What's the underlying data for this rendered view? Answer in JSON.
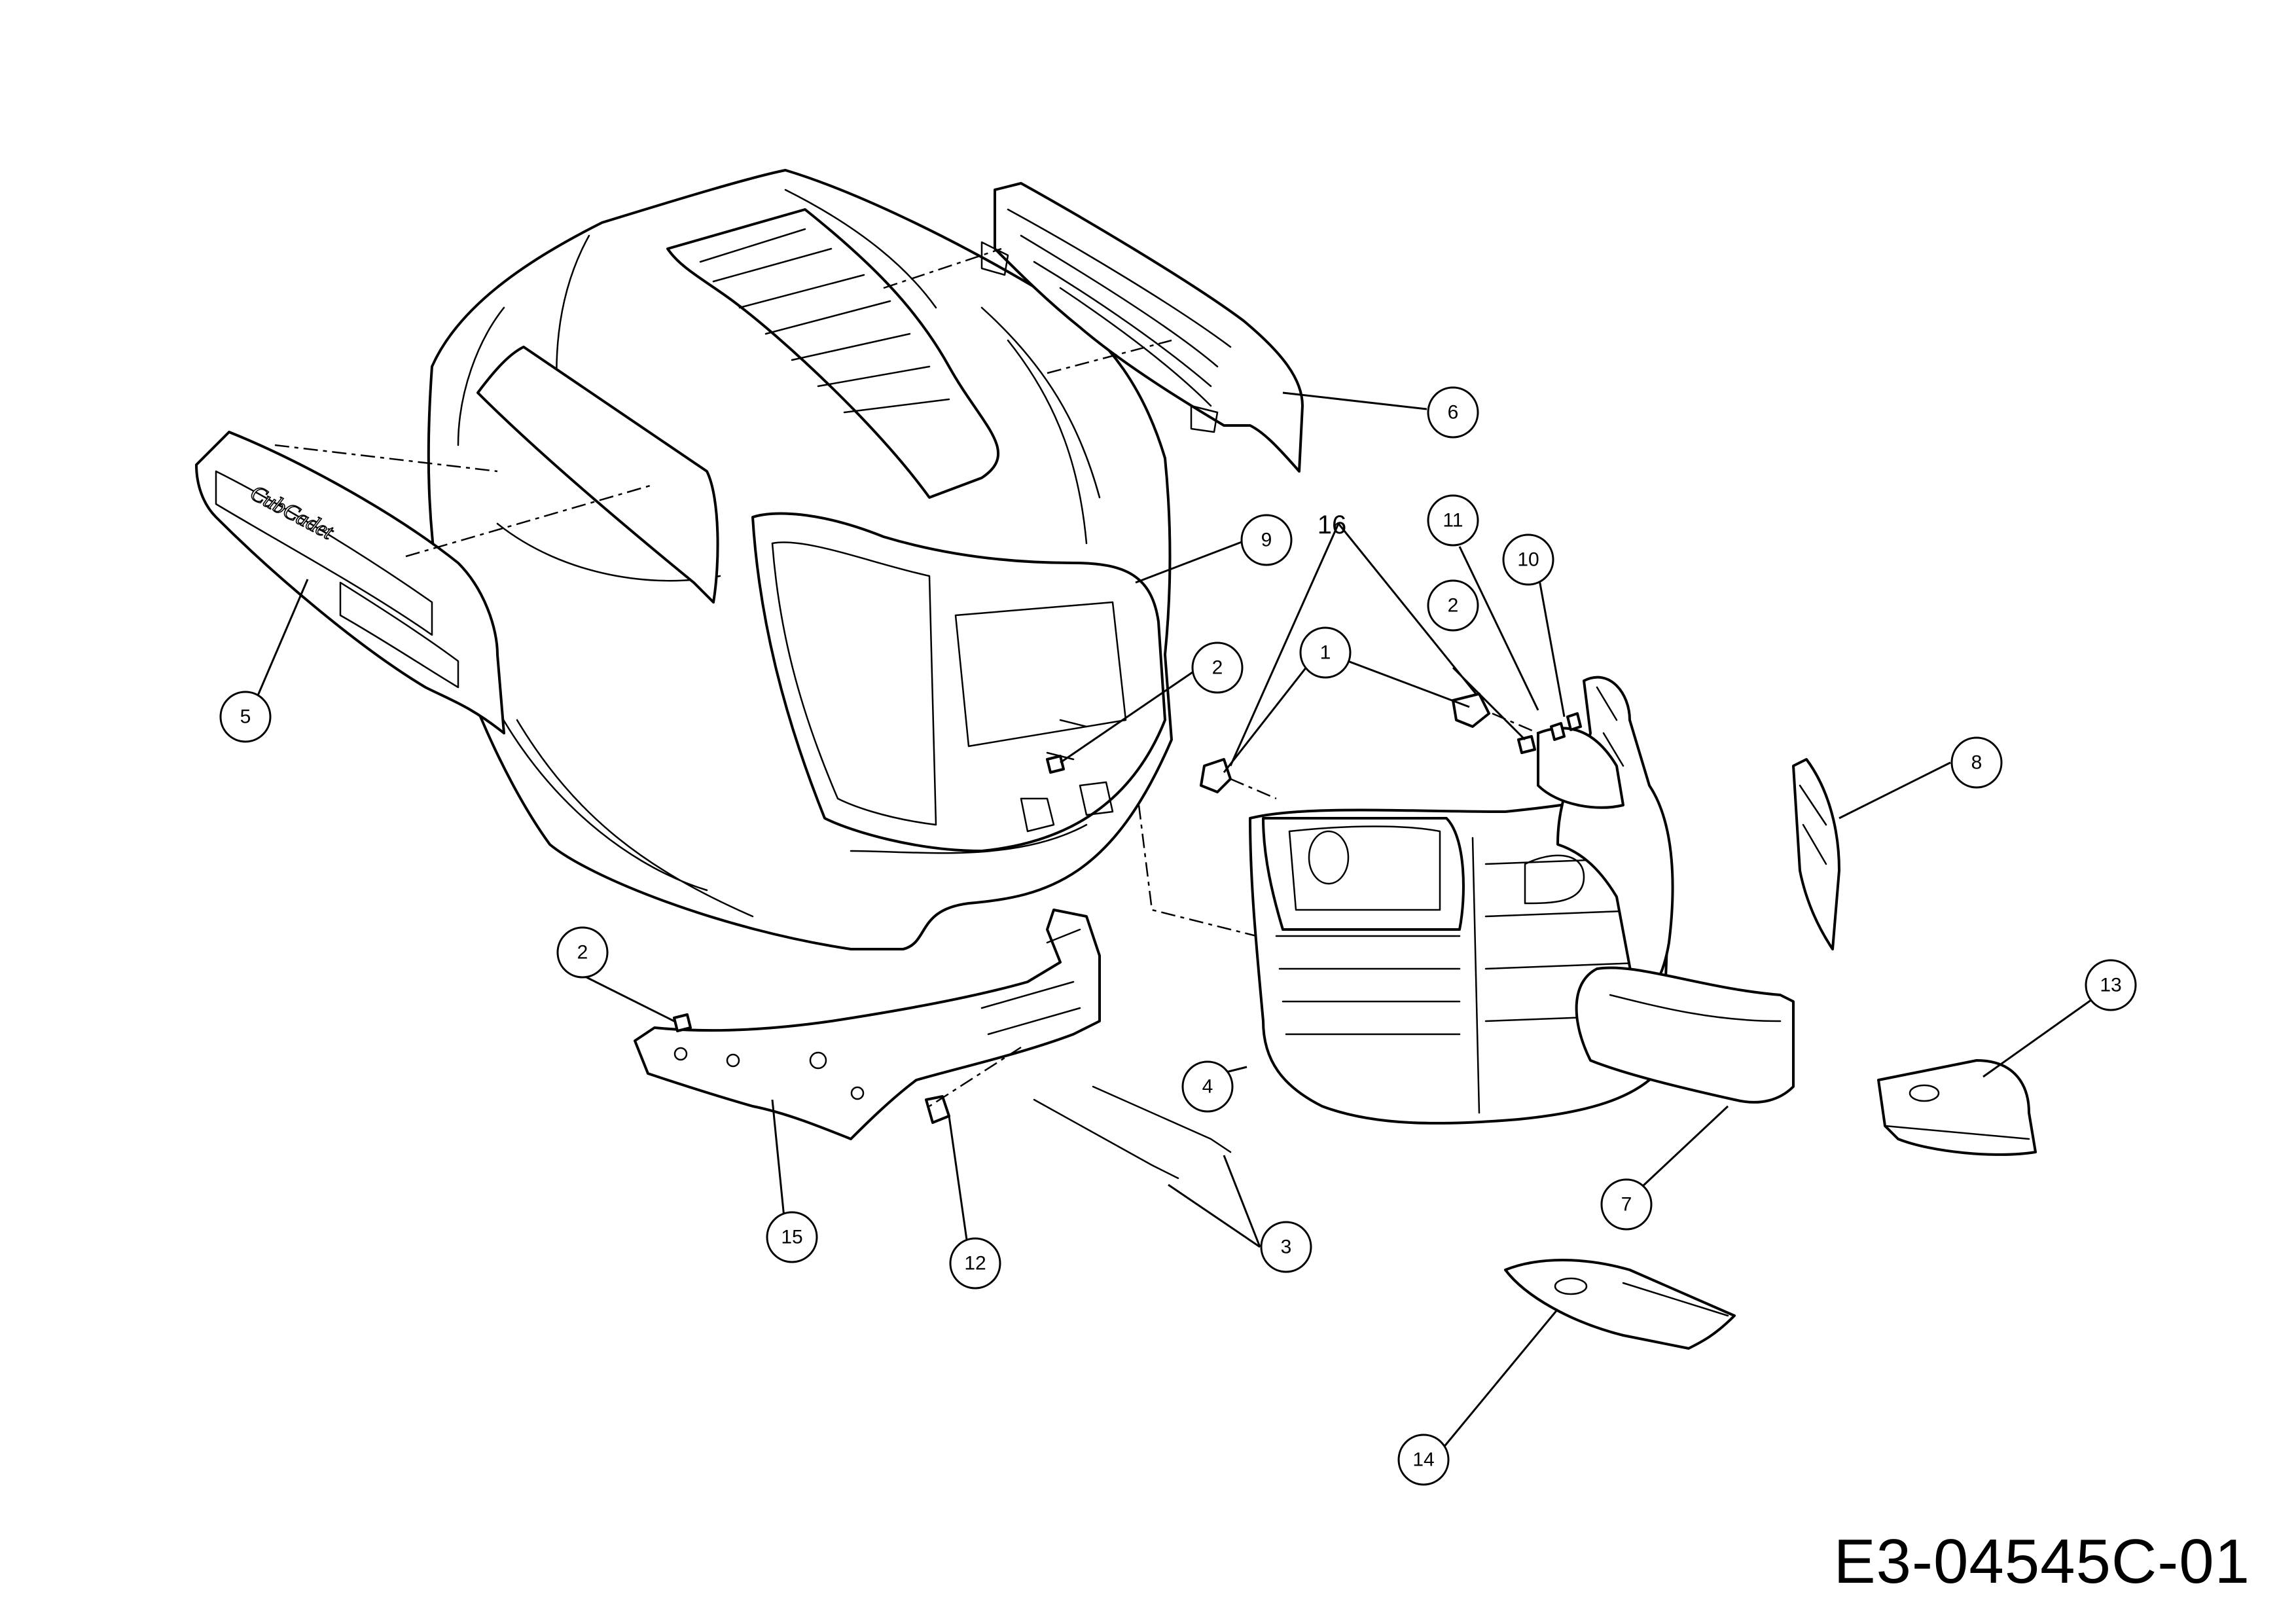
{
  "drawing_code": "E3-04545C-01",
  "brand_text": "CubCadet",
  "callouts": [
    {
      "id": "c1a",
      "label": "1"
    },
    {
      "id": "c2a",
      "label": "2"
    },
    {
      "id": "c2b",
      "label": "2"
    },
    {
      "id": "c2c",
      "label": "2"
    },
    {
      "id": "c3",
      "label": "3"
    },
    {
      "id": "c4",
      "label": "4"
    },
    {
      "id": "c5",
      "label": "5"
    },
    {
      "id": "c6",
      "label": "6"
    },
    {
      "id": "c7",
      "label": "7"
    },
    {
      "id": "c8",
      "label": "8"
    },
    {
      "id": "c9",
      "label": "9"
    },
    {
      "id": "c10",
      "label": "10"
    },
    {
      "id": "c11",
      "label": "11"
    },
    {
      "id": "c12",
      "label": "12"
    },
    {
      "id": "c13",
      "label": "13"
    },
    {
      "id": "c14",
      "label": "14"
    },
    {
      "id": "c15",
      "label": "15"
    }
  ],
  "label_16": "16"
}
